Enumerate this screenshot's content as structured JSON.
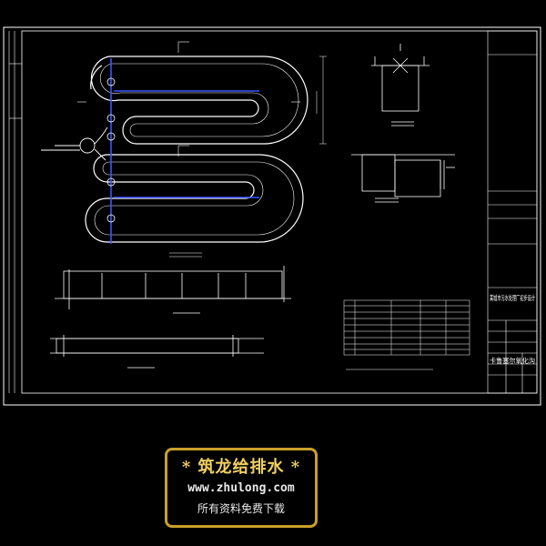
{
  "title_block": {
    "project_name": "某城市污水处理厂初步设计",
    "drawing_name": "卡鲁塞尔氧化沟"
  },
  "banner": {
    "brand": "* 筑龙给排水 *",
    "url": "www.zhulong.com",
    "slogan": "所有资料免费下载"
  },
  "colors": {
    "background": "#000000",
    "linework": "#ffffff",
    "pipe": "#3a55ff",
    "banner_border": "#c9a02a",
    "banner_title": "#f0d060"
  }
}
